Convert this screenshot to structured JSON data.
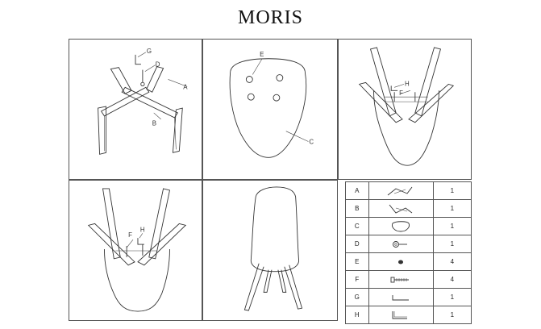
{
  "header": {
    "title": "MORIS"
  },
  "panel_1": {
    "labels": {
      "g": "G",
      "d": "D",
      "a": "A",
      "b": "B"
    }
  },
  "panel_2": {
    "labels": {
      "e": "E",
      "c": "C"
    }
  },
  "panel_3": {
    "labels": {
      "h": "H",
      "f": "F"
    }
  },
  "panel_4": {
    "labels": {
      "f": "F",
      "h": "H"
    }
  },
  "parts_table": {
    "rows": [
      {
        "letter": "A",
        "icon": "leg-frame-icon",
        "qty": "1"
      },
      {
        "letter": "B",
        "icon": "leg-frame-icon",
        "qty": "1"
      },
      {
        "letter": "C",
        "icon": "seat-shell-icon",
        "qty": "1"
      },
      {
        "letter": "D",
        "icon": "washer-bolt-icon",
        "qty": "1"
      },
      {
        "letter": "E",
        "icon": "pad-icon",
        "qty": "4"
      },
      {
        "letter": "F",
        "icon": "screw-icon",
        "qty": "4"
      },
      {
        "letter": "G",
        "icon": "allen-key-icon",
        "qty": "1"
      },
      {
        "letter": "H",
        "icon": "allen-key-icon",
        "qty": "1"
      }
    ]
  }
}
